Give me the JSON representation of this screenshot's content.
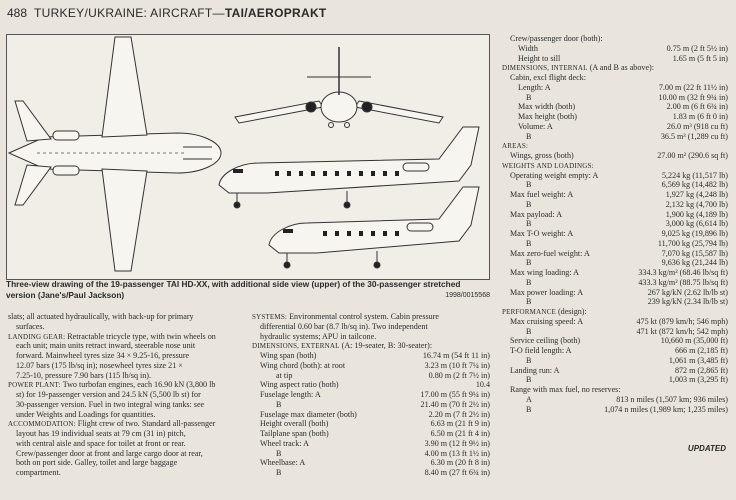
{
  "header": {
    "page_number": "488",
    "running_head_prefix": "TURKEY/UKRAINE: AIRCRAFT—",
    "running_head_bold": "TAI/AEROPRAKT"
  },
  "figure": {
    "caption": "Three-view drawing of the 19-passenger TAI HD-XX, with additional side view (upper) of the 30-passenger stretched version (Jane's/Paul Jackson)",
    "ref": "1998/0015568"
  },
  "left_col": [
    {
      "t": "slats; all actuated hydraulically, with back-up for primary"
    },
    {
      "t": "surfaces.",
      "c": "i1"
    },
    {
      "h": "LANDING GEAR:",
      "t": " Retractable tricycle type, with twin wheels on"
    },
    {
      "t": "each unit; main units retract inward, steerable nose unit",
      "c": "i1"
    },
    {
      "t": "forward. Mainwheel tyres size 34 × 9.25-16, pressure",
      "c": "i1"
    },
    {
      "t": "12.07 bars (175 lb/sq in); nosewheel tyres size 21 ×",
      "c": "i1"
    },
    {
      "t": "7.25-10, pressure 7.90 bars (115 lb/sq in).",
      "c": "i1"
    },
    {
      "h": "POWER PLANT:",
      "t": " Two turbofan engines, each 16.90 kN (3,800 lb"
    },
    {
      "t": "st) for 19-passenger version and 24.5 kN (5,500 lb st) for",
      "c": "i1"
    },
    {
      "t": "30-passenger version. Fuel in two integral wing tanks: see",
      "c": "i1"
    },
    {
      "t": "under Weights and Loadings for quantities.",
      "c": "i1"
    },
    {
      "h": "ACCOMMODATION:",
      "t": " Flight crew of two. Standard all-passenger"
    },
    {
      "t": "layout has 19 individual seats at 79 cm (31 in) pitch,",
      "c": "i1"
    },
    {
      "t": "with central aisle and space for toilet at front or rear.",
      "c": "i1"
    },
    {
      "t": "Crew/passenger door at front and large cargo door at rear,",
      "c": "i1"
    },
    {
      "t": "both on port side. Galley, toilet and large baggage",
      "c": "i1"
    },
    {
      "t": "compartment.",
      "c": "i1"
    }
  ],
  "mid_col": [
    {
      "h": "SYSTEMS:",
      "t": " Environmental control system. Cabin pressure"
    },
    {
      "t": "differential 0.60 bar (8.7 lb/sq in). Two independent",
      "c": "i1"
    },
    {
      "t": "hydraulic systems; APU in tailcone.",
      "c": "i1"
    },
    {
      "h": "DIMENSIONS, EXTERNAL",
      "t": " (A: 19-seater, B: 30-seater):"
    },
    {
      "t": "Wing span (both)",
      "v": "16.74 m (54 ft 11 in)",
      "c": "i1"
    },
    {
      "t": "Wing chord (both): at root",
      "v": "3.23 m (10 ft 7¼ in)",
      "c": "i1"
    },
    {
      "t": "at tip",
      "v": "0.80 m (2 ft 7½ in)",
      "c": "i3"
    },
    {
      "t": "Wing aspect ratio (both)",
      "v": "10.4",
      "c": "i1"
    },
    {
      "t": "Fuselage length: A",
      "v": "17.00 m (55 ft 9¼ in)",
      "c": "i1"
    },
    {
      "t": "B",
      "v": "21.40 m (70 ft 2½ in)",
      "c": "i3"
    },
    {
      "t": "Fuselage max diameter (both)",
      "v": "2.20 m (7 ft 2½ in)",
      "c": "i1"
    },
    {
      "t": "Height overall (both)",
      "v": "6.63 m (21 ft 9 in)",
      "c": "i1"
    },
    {
      "t": "Tailplane span (both)",
      "v": "6.50 m (21 ft 4 in)",
      "c": "i1"
    },
    {
      "t": "Wheel track: A",
      "v": "3.90 m (12 ft 9½ in)",
      "c": "i1"
    },
    {
      "t": "B",
      "v": "4.00 m (13 ft 1½ in)",
      "c": "i3"
    },
    {
      "t": "Wheelbase: A",
      "v": "6.30 m (20 ft 8 in)",
      "c": "i1"
    },
    {
      "t": "B",
      "v": "8.40 m (27 ft 6¾ in)",
      "c": "i3"
    }
  ],
  "right_col": [
    {
      "t": "Crew/passenger door (both):",
      "c": "i1"
    },
    {
      "t": "Width",
      "v": "0.75 m (2 ft 5½ in)",
      "c": "i2"
    },
    {
      "t": "Height to sill",
      "v": "1.65 m (5 ft 5 in)",
      "c": "i2"
    },
    {
      "h": "DIMENSIONS, INTERNAL",
      "t": " (A and B as above):"
    },
    {
      "t": "Cabin, excl flight deck:",
      "c": "i1"
    },
    {
      "t": "Length: A",
      "v": "7.00 m (22 ft 11½ in)",
      "c": "i2"
    },
    {
      "t": "B",
      "v": "10.00 m (32 ft 9¾ in)",
      "c": "i3"
    },
    {
      "t": "Max width (both)",
      "v": "2.00 m (6 ft 6¾ in)",
      "c": "i2"
    },
    {
      "t": "Max height (both)",
      "v": "1.83 m (6 ft 0 in)",
      "c": "i2"
    },
    {
      "t": "Volume: A",
      "v": "26.0 m³ (918 cu ft)",
      "c": "i2"
    },
    {
      "t": "B",
      "v": "36.5 m³ (1,289 cu ft)",
      "c": "i3"
    },
    {
      "h": "AREAS:"
    },
    {
      "t": "Wings, gross (both)",
      "v": "27.00 m² (290.6 sq ft)",
      "c": "i1"
    },
    {
      "h": "WEIGHTS AND LOADINGS:"
    },
    {
      "t": "Operating weight empty: A",
      "v": "5,224 kg (11,517 lb)",
      "c": "i1"
    },
    {
      "t": "B",
      "v": "6,569 kg (14,482 lb)",
      "c": "i3"
    },
    {
      "t": "Max fuel weight: A",
      "v": "1,927 kg (4,248 lb)",
      "c": "i1"
    },
    {
      "t": "B",
      "v": "2,132 kg (4,700 lb)",
      "c": "i3"
    },
    {
      "t": "Max payload: A",
      "v": "1,900 kg (4,189 lb)",
      "c": "i1"
    },
    {
      "t": "B",
      "v": "3,000 kg (6,614 lb)",
      "c": "i3"
    },
    {
      "t": "Max T-O weight: A",
      "v": "9,025 kg (19,896 lb)",
      "c": "i1"
    },
    {
      "t": "B",
      "v": "11,700 kg (25,794 lb)",
      "c": "i3"
    },
    {
      "t": "Max zero-fuel weight: A",
      "v": "7,070 kg (15,587 lb)",
      "c": "i1"
    },
    {
      "t": "B",
      "v": "9,636 kg (21,244 lb)",
      "c": "i3"
    },
    {
      "t": "Max wing loading: A",
      "v": "334.3 kg/m² (68.46 lb/sq ft)",
      "c": "i1"
    },
    {
      "t": "B",
      "v": "433.3 kg/m² (88.75 lb/sq ft)",
      "c": "i3"
    },
    {
      "t": "Max power loading: A",
      "v": "267 kg/kN (2.62 lb/lb st)",
      "c": "i1"
    },
    {
      "t": "B",
      "v": "239 kg/kN (2.34 lb/lb st)",
      "c": "i3"
    },
    {
      "h": "PERFORMANCE",
      "t": " (design):"
    },
    {
      "t": "Max cruising speed: A",
      "v": "475 kt (879 km/h; 546 mph)",
      "c": "i1"
    },
    {
      "t": "B",
      "v": "471 kt (872 km/h; 542 mph)",
      "c": "i3"
    },
    {
      "t": "Service ceiling (both)",
      "v": "10,660 m (35,000 ft)",
      "c": "i1"
    },
    {
      "t": "T-O field length: A",
      "v": "666 m (2,185 ft)",
      "c": "i1"
    },
    {
      "t": "B",
      "v": "1,061 m (3,485 ft)",
      "c": "i3"
    },
    {
      "t": "Landing run: A",
      "v": "872 m (2,865 ft)",
      "c": "i1"
    },
    {
      "t": "B",
      "v": "1,003 m (3,295 ft)",
      "c": "i3"
    },
    {
      "t": "Range with max fuel, no reserves:",
      "c": "i1"
    },
    {
      "t": "A",
      "v": "813 n miles (1,507 km; 936 miles)",
      "c": "i3"
    },
    {
      "t": "B",
      "v": "1,074 n miles (1,989 km; 1,235 miles)",
      "c": "i3"
    }
  ],
  "footer": {
    "updated": "UPDATED"
  }
}
